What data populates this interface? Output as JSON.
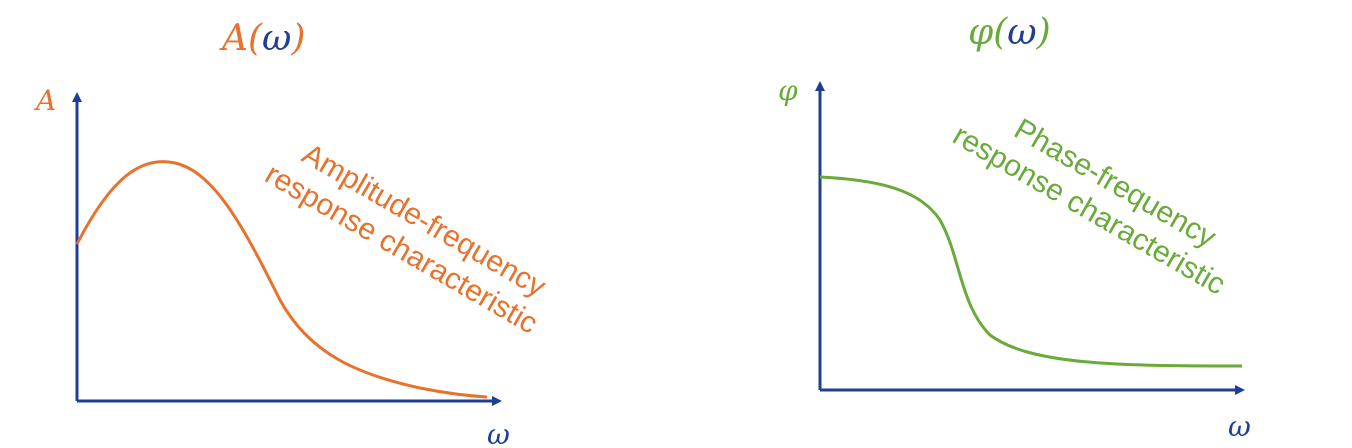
{
  "colors": {
    "amplitude": "#E8722C",
    "phase": "#6AAA3A",
    "axis": "#1F3F94",
    "omega_blue": "#1F3F94"
  },
  "left_plot": {
    "title_prefix": "A",
    "title_open": "(",
    "title_var": "ω",
    "title_close": ")",
    "y_label": "A",
    "x_label": "ω",
    "caption_line1": "Amplitude-frequency",
    "caption_line2": "response characteristic"
  },
  "right_plot": {
    "title_prefix": "φ",
    "title_open": "(",
    "title_var": "ω",
    "title_close": ")",
    "y_label": "φ",
    "x_label": "ω",
    "caption_line1": "Phase-frequency",
    "caption_line2": "response characteristic"
  }
}
